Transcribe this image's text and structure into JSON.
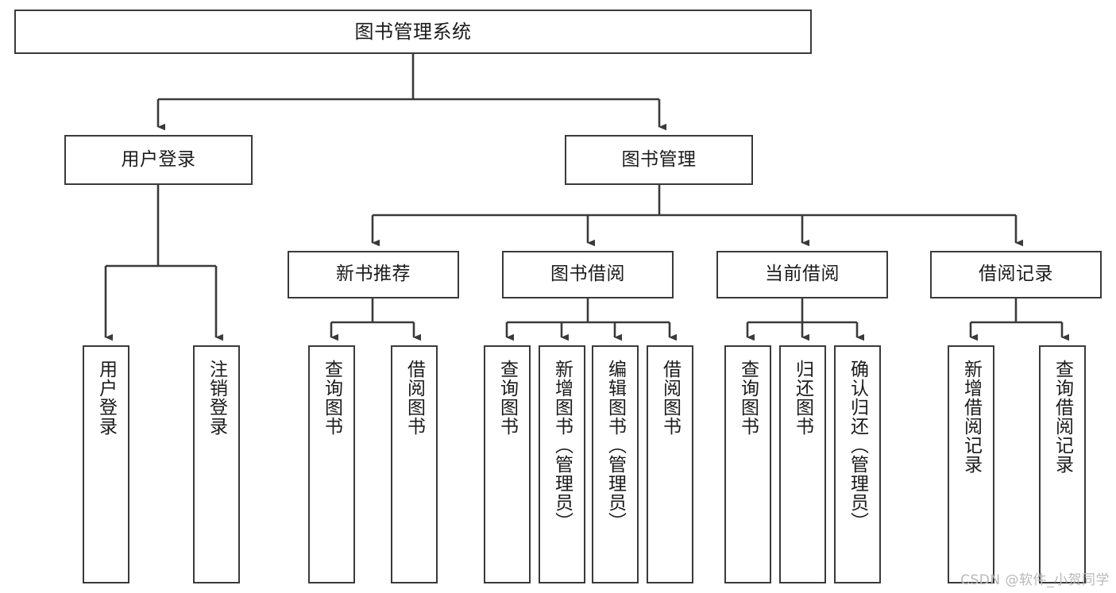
{
  "diagram": {
    "title": "图书管理系统",
    "watermark": "CSDN @软件_小贺同学",
    "line_color": "#3a3a3a",
    "box_fill": "#ffffff",
    "text_color": "#1b1b1b",
    "watermark_color": "#b9b9b9"
  },
  "nodes": {
    "root": {
      "label": "图书管理系统"
    },
    "level2": [
      {
        "label": "用户登录"
      },
      {
        "label": "图书管理"
      }
    ],
    "level3": [
      {
        "label": "新书推荐"
      },
      {
        "label": "图书借阅"
      },
      {
        "label": "当前借阅"
      },
      {
        "label": "借阅记录"
      }
    ],
    "leaves": {
      "user_login": [
        {
          "label": "用户登录"
        },
        {
          "label": "注销登录"
        }
      ],
      "new_book": [
        {
          "label": "查询图书"
        },
        {
          "label": "借阅图书"
        }
      ],
      "book_borrow": [
        {
          "label": "查询图书"
        },
        {
          "label": "新增图书（管理员）"
        },
        {
          "label": "编辑图书（管理员）"
        },
        {
          "label": "借阅图书"
        }
      ],
      "current_borrow": [
        {
          "label": "查询图书"
        },
        {
          "label": "归还图书"
        },
        {
          "label": "确认归还（管理员）"
        }
      ],
      "borrow_record": [
        {
          "label": "新增借阅记录"
        },
        {
          "label": "查询借阅记录"
        }
      ]
    }
  }
}
